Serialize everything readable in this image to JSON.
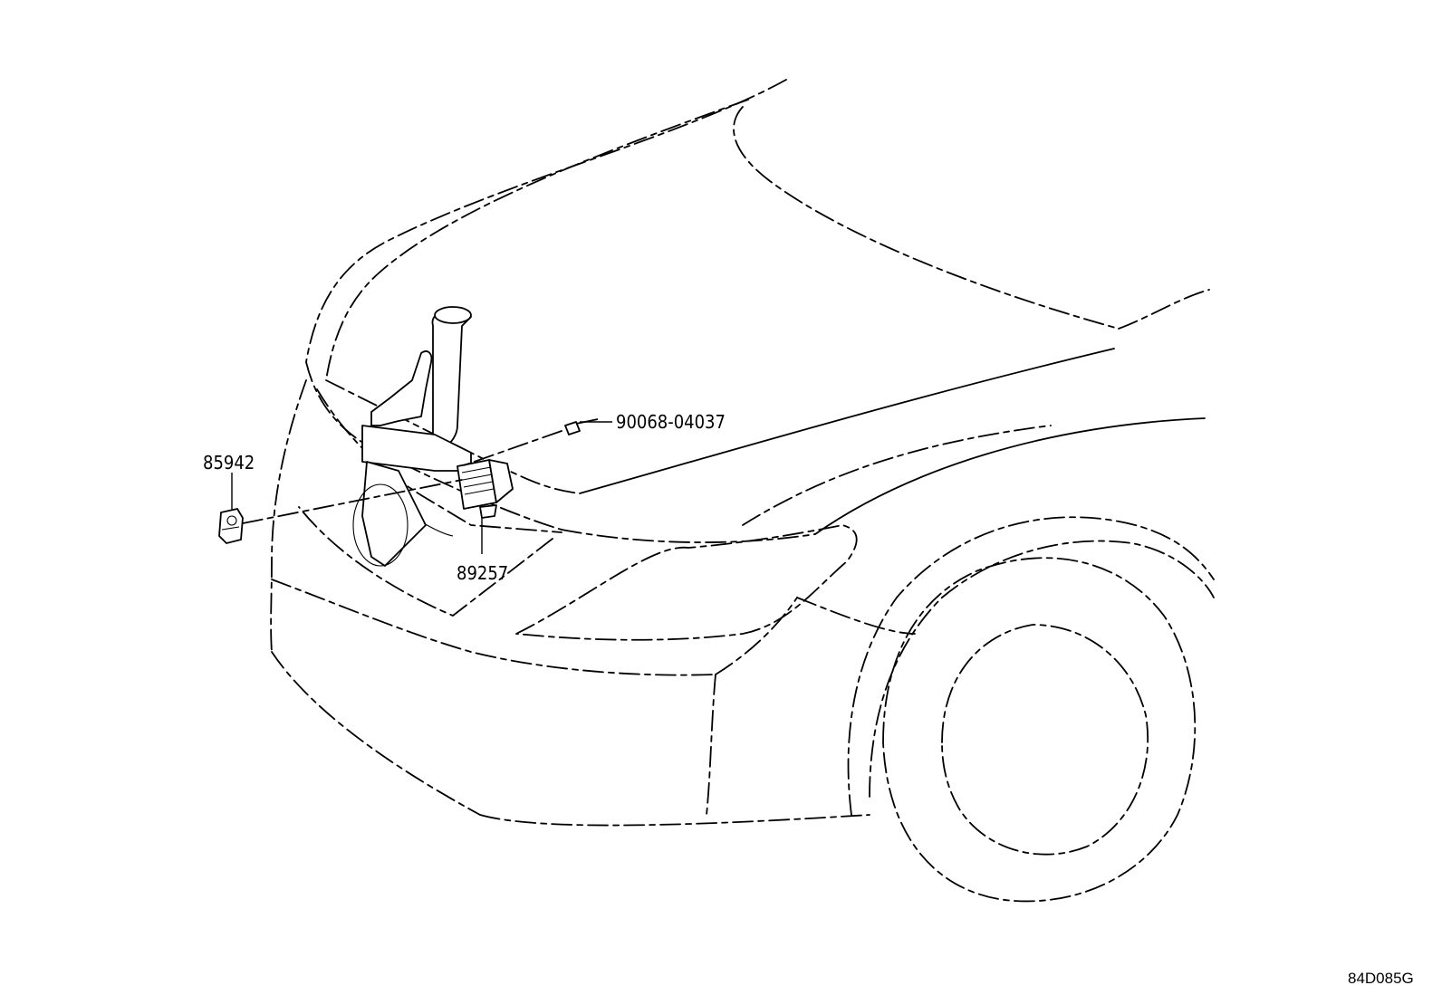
{
  "diagram": {
    "callouts": {
      "horn": "85942",
      "bolt": "90068-04037",
      "sensor": "89257"
    },
    "drawing_number": "84D085G"
  }
}
